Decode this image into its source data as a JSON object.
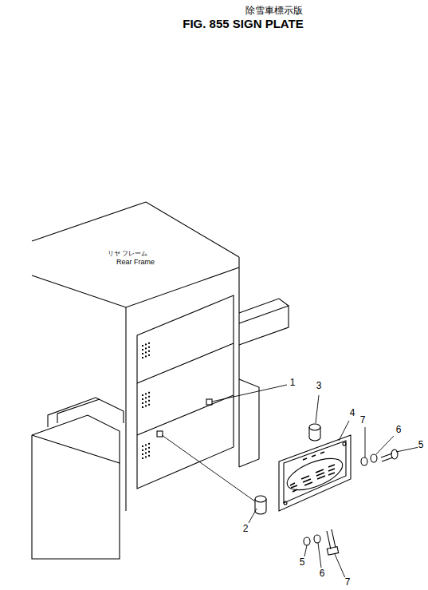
{
  "diagram": {
    "title": "FIG. 855 SIGN PLATE",
    "labels": [
      "除雪車標示版",
      "リヤ フレーム",
      "Rear Frame",
      "1",
      "2",
      "3",
      "4",
      "5",
      "6",
      "7",
      "5",
      "6",
      "7"
    ]
  }
}
